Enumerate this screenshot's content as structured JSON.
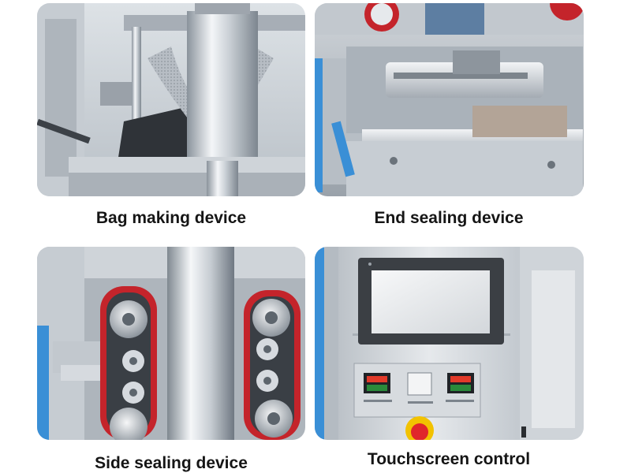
{
  "panels": [
    {
      "caption": "Bag making device"
    },
    {
      "caption": "End sealing device"
    },
    {
      "caption": "Side sealing device"
    },
    {
      "caption": "Touchscreen control"
    }
  ],
  "colors": {
    "steel_light": "#e9ecef",
    "steel_mid": "#b8bec6",
    "steel_dark": "#6f7882",
    "red_belt": "#c4242b",
    "panel_blue": "#3a8fd6",
    "screen_dark": "#3b3f44",
    "emergency_red": "#e0262b",
    "emergency_yellow": "#f2c200",
    "display_red": "#e23a2a"
  },
  "icons": [
    "emergency-stop-icon"
  ]
}
